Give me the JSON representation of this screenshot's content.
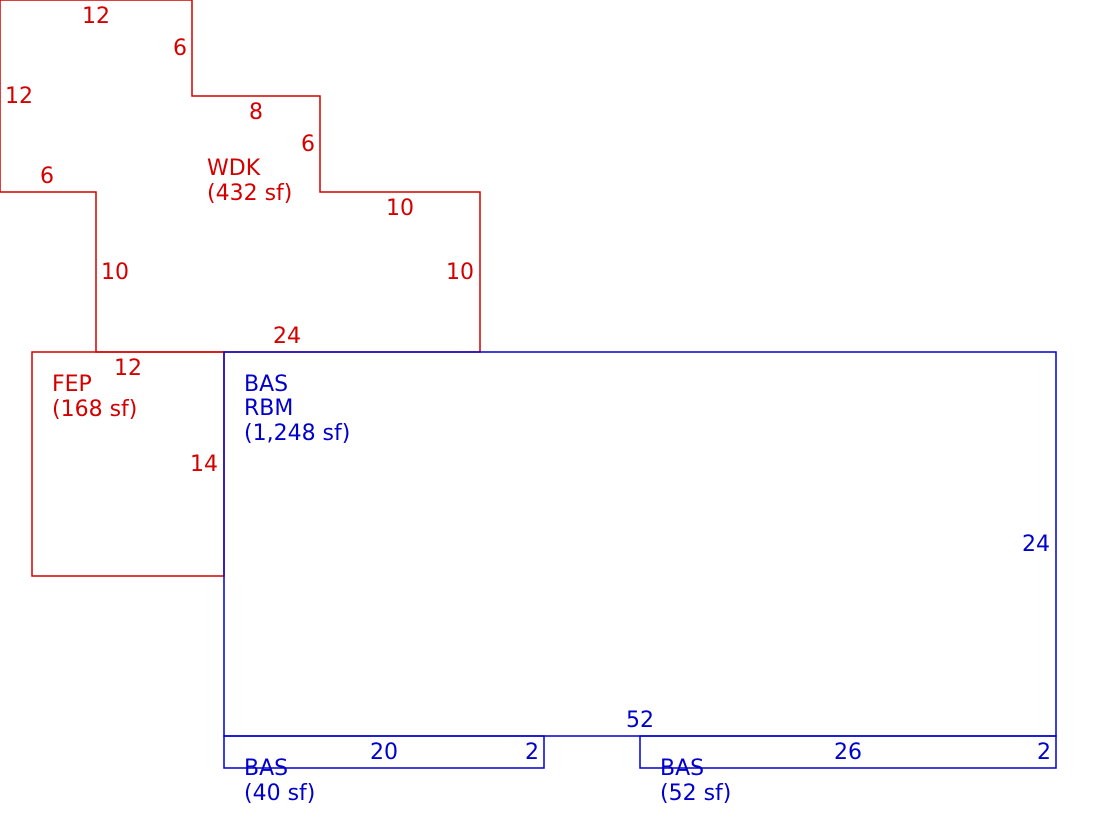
{
  "colors": {
    "wdk_fep": "#d40000",
    "bas": "#0000cc"
  },
  "wdk": {
    "code": "WDK",
    "area": "(432 sf)",
    "dims": {
      "top": "12",
      "step1_right": "6",
      "left_upper": "12",
      "step2_top": "8",
      "step2_right": "6",
      "left_step": "6",
      "step3_top": "10",
      "left_lower": "10",
      "right_lower": "10",
      "bottom": "24"
    }
  },
  "fep": {
    "code": "FEP",
    "area": "(168 sf)",
    "dims": {
      "top": "12",
      "right": "14"
    }
  },
  "bas_main": {
    "code": "BAS",
    "subcode": "RBM",
    "area": "(1,248 sf)",
    "dims": {
      "right": "24",
      "bottom": "52"
    }
  },
  "bas_small_left": {
    "code": "BAS",
    "area": "(40 sf)",
    "dims": {
      "length": "20",
      "depth": "2"
    }
  },
  "bas_small_right": {
    "code": "BAS",
    "area": "(52 sf)",
    "dims": {
      "length": "26",
      "depth": "2"
    }
  }
}
